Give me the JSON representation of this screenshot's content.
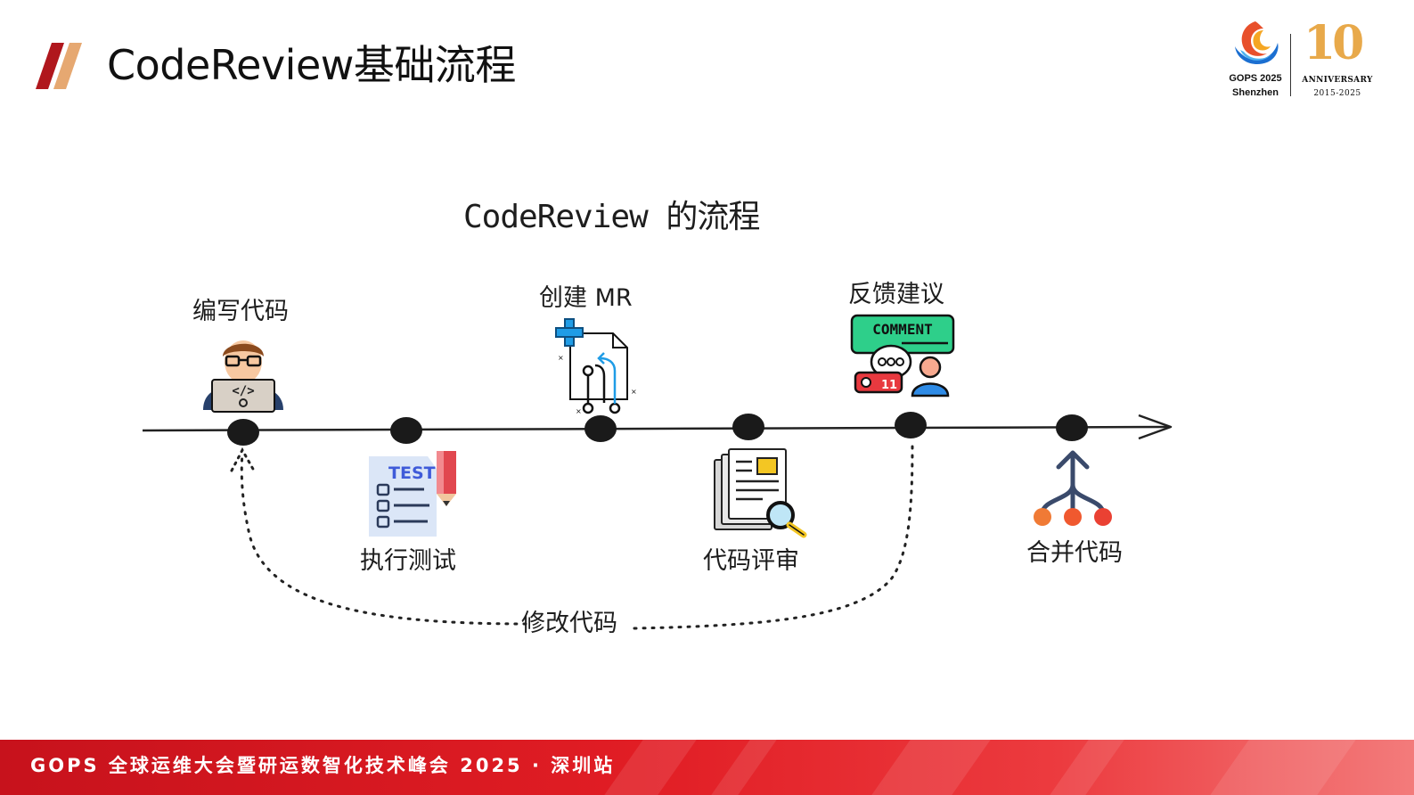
{
  "slide": {
    "title": "CodeReview基础流程"
  },
  "logo": {
    "event_name": "GOPS 2025",
    "city": "Shenzhen",
    "anniversary_word": "ANNIVERSARY",
    "anniversary_years": "2015-2025",
    "anniversary_number": "10"
  },
  "diagram": {
    "heading": "CodeReview 的流程",
    "steps": [
      {
        "label": "编写代码",
        "icon": "developer-laptop-icon"
      },
      {
        "label": "执行测试",
        "icon": "test-checklist-icon"
      },
      {
        "label": "创建 MR",
        "icon": "merge-request-file-icon"
      },
      {
        "label": "代码评审",
        "icon": "document-review-icon"
      },
      {
        "label": "反馈建议",
        "icon": "comment-feedback-icon"
      },
      {
        "label": "合并代码",
        "icon": "merge-branches-icon"
      }
    ],
    "loop_label": "修改代码"
  },
  "footer": {
    "text": "GOPS 全球运维大会暨研运数智化技术峰会 2025 · 深圳站"
  },
  "colors": {
    "accent_red": "#e11d24",
    "title_mark_dark": "#b0171d",
    "title_mark_light": "#e6a871",
    "comment_green": "#2ecf8a",
    "branch_orange": "#f07a35",
    "anniversary_gold": "#e8a94a"
  }
}
